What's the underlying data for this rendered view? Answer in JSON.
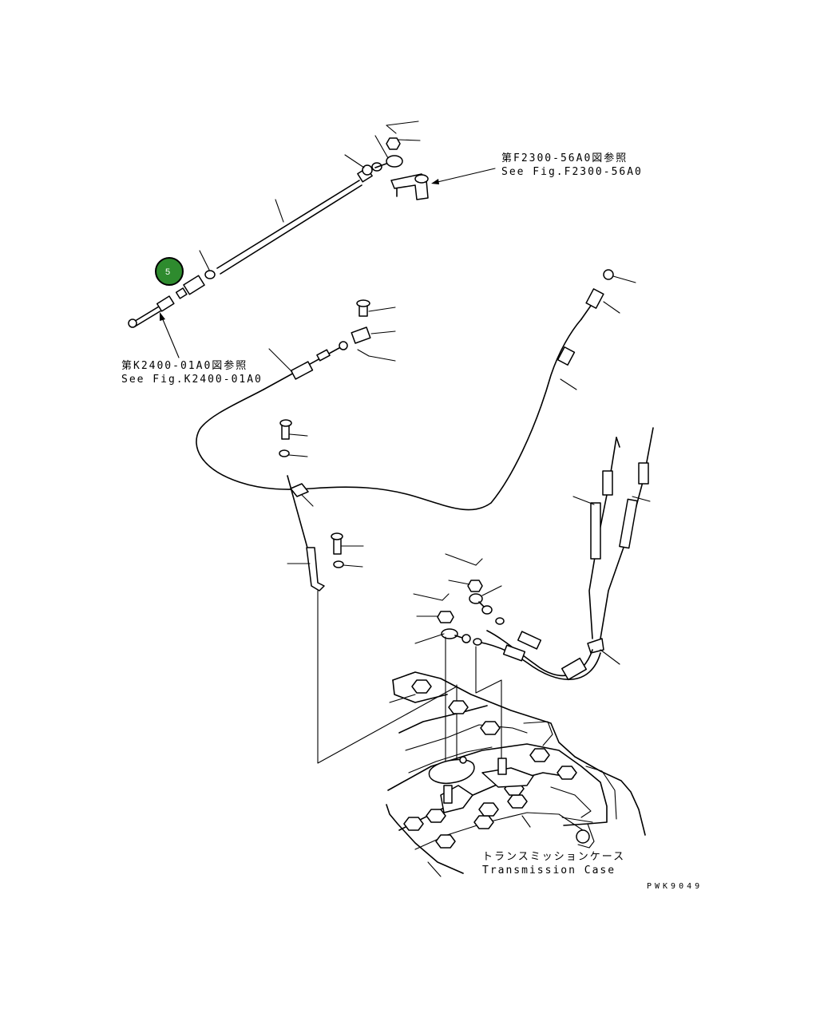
{
  "references": {
    "upper_right": {
      "ja": "第F2300-56A0図参照",
      "en": "See Fig.F2300-56A0"
    },
    "left": {
      "ja": "第K2400-01A0図参照",
      "en": "See Fig.K2400-01A0"
    }
  },
  "case_label": {
    "ja": "トランスミッションケース",
    "en": "Transmission Case"
  },
  "drawing_code": "PWK9049",
  "callout": {
    "number": "5",
    "color": "#2e8b2e",
    "ring_color": "#000000"
  }
}
